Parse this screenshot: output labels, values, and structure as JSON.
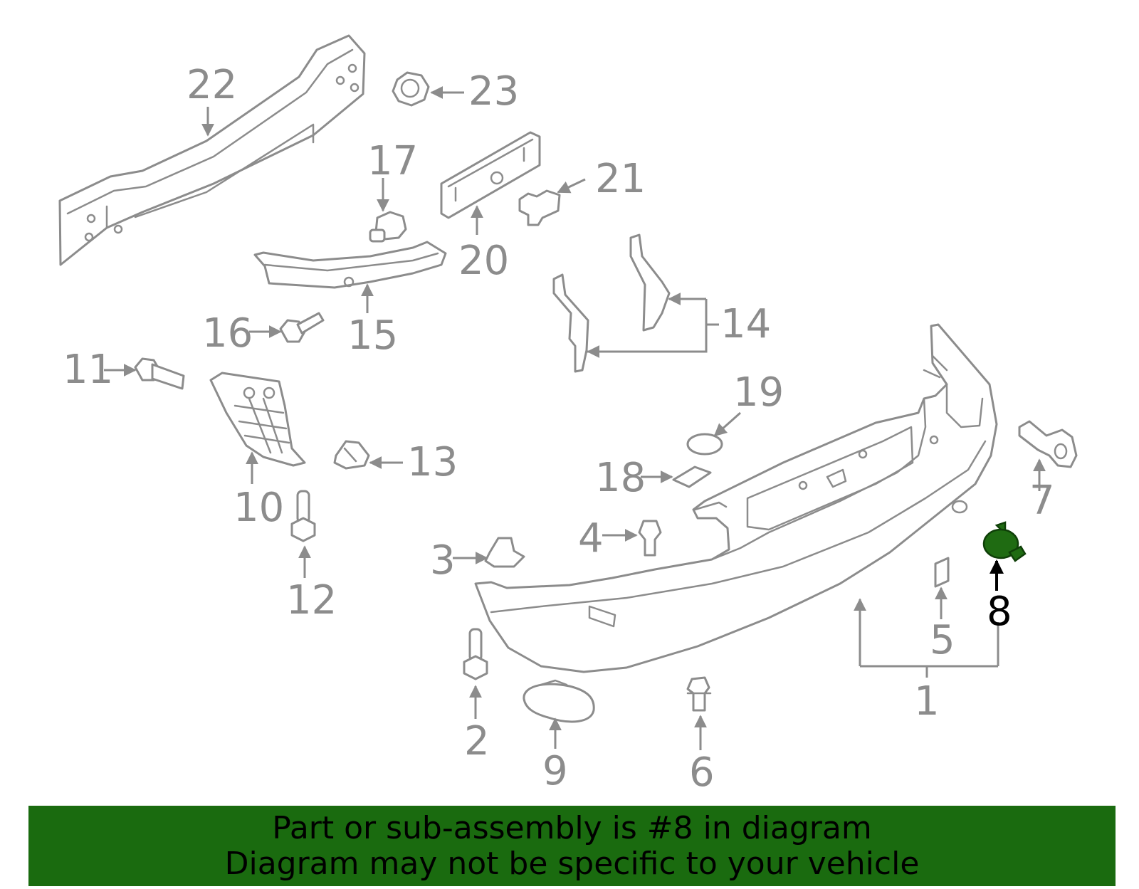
{
  "diagram": {
    "highlighted_part": "8",
    "highlight_color": "#1f6b12",
    "line_color": "#8c8c8c",
    "callouts": [
      "22",
      "23",
      "17",
      "21",
      "20",
      "15",
      "16",
      "14",
      "11",
      "10",
      "13",
      "19",
      "18",
      "12",
      "4",
      "3",
      "7",
      "8",
      "5",
      "1",
      "2",
      "9",
      "6"
    ]
  },
  "banner": {
    "line1": "Part or sub-assembly is #8 in diagram",
    "line2": "Diagram may not be specific to your vehicle",
    "background": "#1a6b0f"
  }
}
